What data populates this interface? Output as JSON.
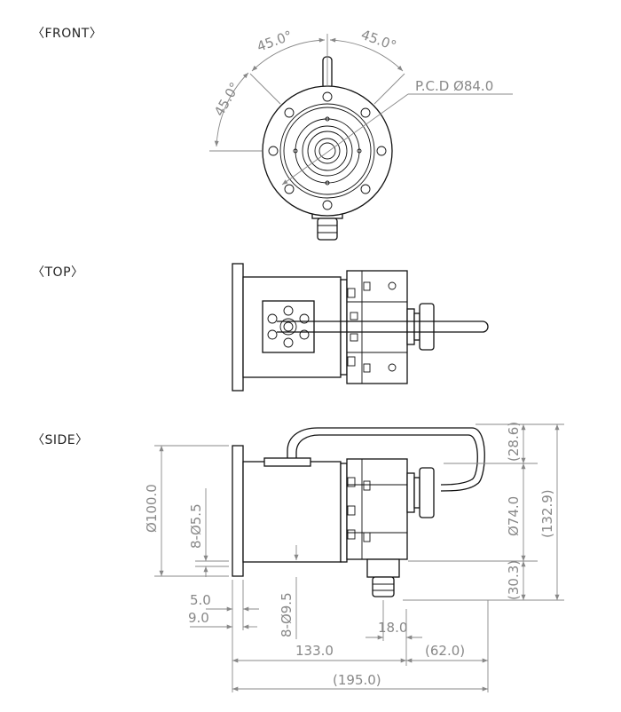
{
  "views": {
    "front": "〈FRONT〉",
    "top": "〈TOP〉",
    "side": "〈SIDE〉"
  },
  "front_dims": {
    "angle_left": "45.0°",
    "angle_top_left": "45.0°",
    "angle_top_right": "45.0°",
    "pcd": "P.C.D Ø84.0"
  },
  "side_dims": {
    "d100": "Ø100.0",
    "holes_55": "8-Ø5.5",
    "holes_95": "8-Ø9.5",
    "t5": "5.0",
    "t9": "9.0",
    "d18": "18.0",
    "l133": "133.0",
    "l62": "(62.0)",
    "l195": "(195.0)",
    "h286": "(28.6)",
    "d74": "Ø74.0",
    "h303": "(30.3)",
    "h1329": "(132.9)"
  }
}
